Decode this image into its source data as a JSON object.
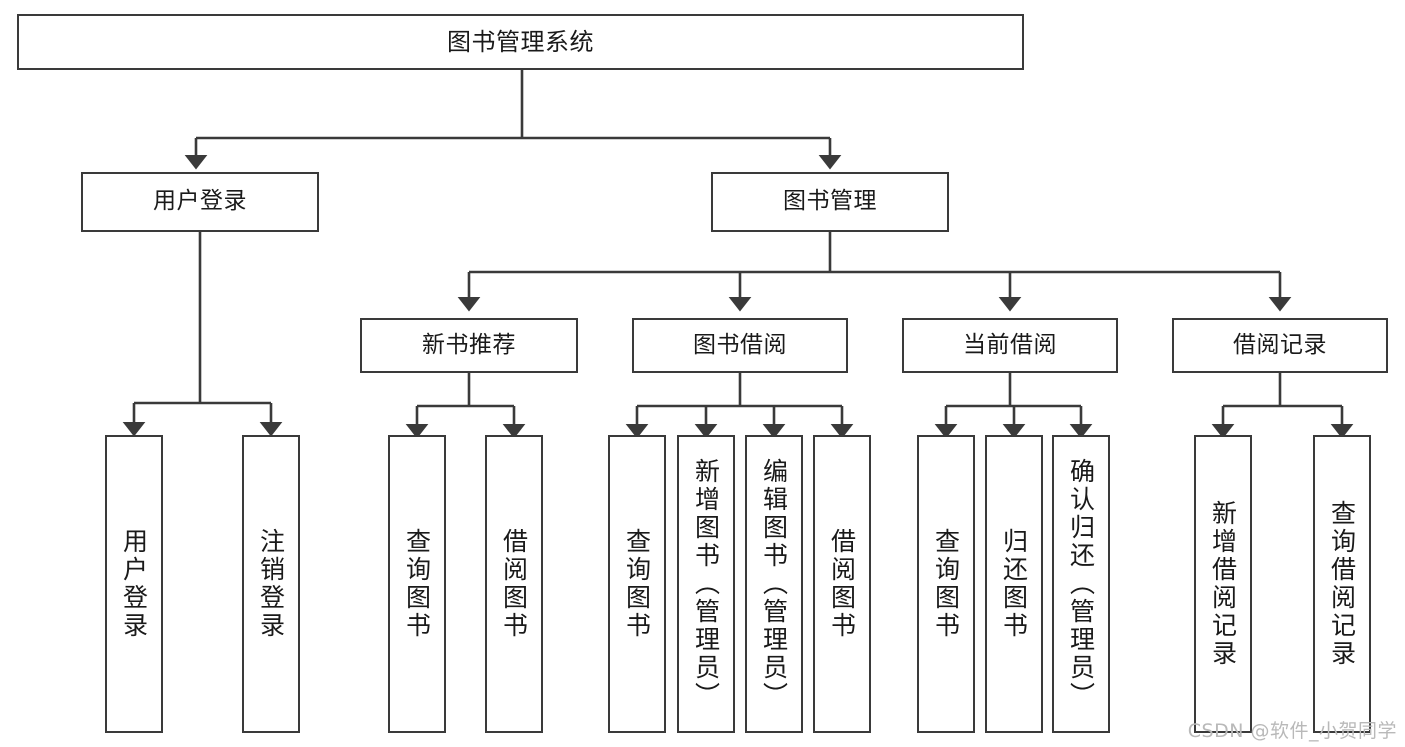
{
  "diagram": {
    "title": "图书管理系统",
    "type": "tree-hierarchy",
    "stroke_color": "#3a3a3a",
    "text_color": "#1a1a1a",
    "background_color": "#ffffff"
  },
  "nodes": {
    "root": {
      "label": "图书管理系统"
    },
    "level1": [
      {
        "id": "user-login",
        "label": "用户登录"
      },
      {
        "id": "book-manage",
        "label": "图书管理"
      }
    ],
    "level2": [
      {
        "id": "new-book-rec",
        "label": "新书推荐"
      },
      {
        "id": "book-borrow",
        "label": "图书借阅"
      },
      {
        "id": "current-borrow",
        "label": "当前借阅"
      },
      {
        "id": "borrow-record",
        "label": "借阅记录"
      }
    ],
    "leaves": {
      "user_login": [
        {
          "id": "leaf-user-login",
          "label": "用户登录"
        },
        {
          "id": "leaf-user-logout",
          "label": "注销登录"
        }
      ],
      "new_book_rec": [
        {
          "id": "leaf-query-book-1",
          "label": "查询图书"
        },
        {
          "id": "leaf-borrow-book-1",
          "label": "借阅图书"
        }
      ],
      "book_borrow": [
        {
          "id": "leaf-query-book-2",
          "label": "查询图书"
        },
        {
          "id": "leaf-add-book",
          "label": "新增图书（管理员）"
        },
        {
          "id": "leaf-edit-book",
          "label": "编辑图书（管理员）"
        },
        {
          "id": "leaf-borrow-book-2",
          "label": "借阅图书"
        }
      ],
      "current_borrow": [
        {
          "id": "leaf-query-book-3",
          "label": "查询图书"
        },
        {
          "id": "leaf-return-book",
          "label": "归还图书"
        },
        {
          "id": "leaf-confirm-return",
          "label": "确认归还（管理员）"
        }
      ],
      "borrow_record": [
        {
          "id": "leaf-add-record",
          "label": "新增借阅记录"
        },
        {
          "id": "leaf-query-record",
          "label": "查询借阅记录"
        }
      ]
    }
  },
  "watermark": {
    "text": "CSDN @软件_小贺同学"
  }
}
